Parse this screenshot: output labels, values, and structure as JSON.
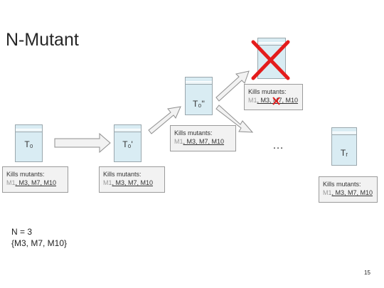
{
  "slide": {
    "title": "N-Mutant",
    "ellipsis": "…",
    "n_line": "N = 3",
    "set_line": "{M3, M7, M10}",
    "page_number": "15"
  },
  "tests": [
    {
      "label": "T₀",
      "kills_title": "Kills mutants:",
      "m1": "M1",
      "rest": ", M3, M7, M10"
    },
    {
      "label": "T₀'",
      "kills_title": "Kills mutants:",
      "m1": "M1",
      "rest": ", M3, M7, M10"
    },
    {
      "label": "T₀''",
      "kills_title": "Kills mutants:",
      "m1": "M1",
      "rest": ", M3, M7, M10"
    },
    {
      "label": "",
      "kills_title": "Kills mutants:",
      "m1": "M1",
      "rest": ", M3, M7, M10"
    },
    {
      "label": "Tᵣ",
      "kills_title": "Kills mutants:",
      "m1": "M1",
      "rest": ", M3, M7, M10"
    }
  ],
  "colors": {
    "doc_fill": "#d9ecf3",
    "box_fill": "#f2f2f2",
    "cross": "#e41c1c",
    "arrow_fill": "#f2f2f2"
  }
}
